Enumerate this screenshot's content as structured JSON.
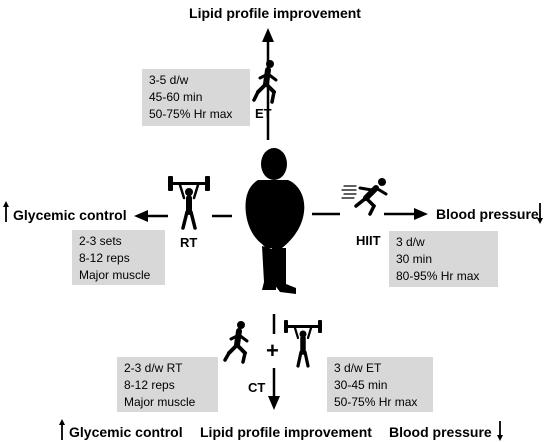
{
  "outcomes": {
    "top": "Lipid profile improvement",
    "left": "Glycemic control",
    "right": "Blood pressure",
    "bottom_left": "Glycemic control",
    "bottom_center": "Lipid profile improvement",
    "bottom_right": "Blood pressure"
  },
  "exercise_types": {
    "et": "ET",
    "rt": "RT",
    "hiit": "HIIT",
    "ct": "CT",
    "plus": "+"
  },
  "protocols": {
    "et": [
      "3-5 d/w",
      "45-60 min",
      "50-75% Hr max"
    ],
    "rt": [
      "2-3 sets",
      "8-12 reps",
      "Major muscle"
    ],
    "hiit": [
      "3 d/w",
      "30 min",
      "80-95% Hr max"
    ],
    "ct_rt": [
      "2-3 d/w RT",
      "8-12 reps",
      "Major muscle"
    ],
    "ct_et": [
      "3 d/w ET",
      "30-45 min",
      "50-75% Hr max"
    ]
  },
  "icons": [
    "runner-icon",
    "weightlifter-icon",
    "sprinter-icon",
    "obese-person-icon",
    "arrow-up-icon",
    "arrow-down-icon"
  ],
  "colors": {
    "box_fill": "#d8d8d8",
    "figure": "#000000"
  }
}
